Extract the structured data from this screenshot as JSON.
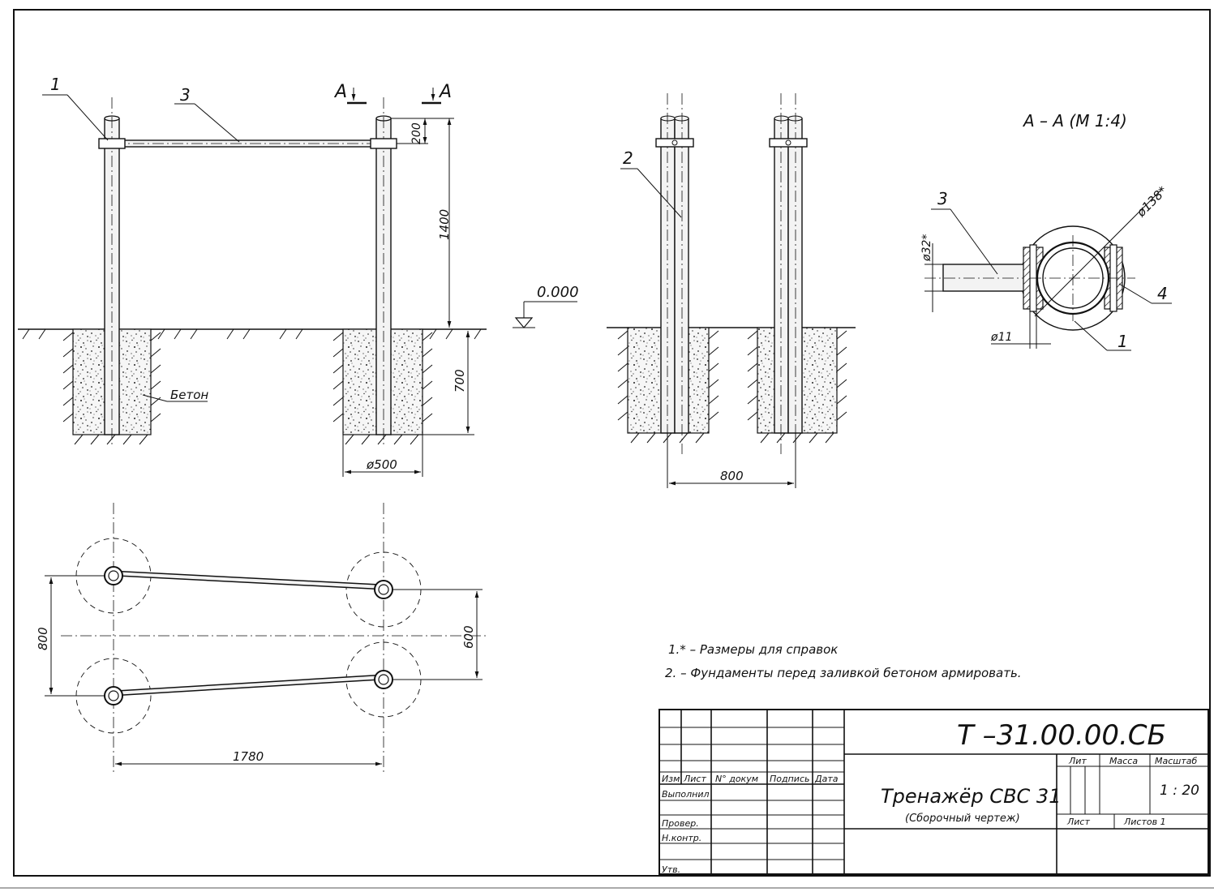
{
  "callouts": {
    "c1": "1",
    "c2": "2",
    "c3": "3",
    "c3_section": "3",
    "c4": "4",
    "c1_section": "1",
    "cut_left": "A",
    "cut_right": "A"
  },
  "dimensions": {
    "d200": "200",
    "d1400": "1400",
    "d700": "700",
    "d500": "ø500",
    "d800_front": "800",
    "d800_plan": "800",
    "d600_plan": "600",
    "d1780": "1780",
    "d138": "ø138*",
    "d32": "ø32*",
    "d11": "ø11"
  },
  "labels": {
    "level": "0.000",
    "concrete": "Бетон",
    "section_title": "А – А (М 1:4)"
  },
  "notes": [
    "1.* – Размеры для справок",
    "2. – Фундаменты перед заливкой бетоном армировать."
  ],
  "title_block": {
    "designation": "Т –31.00.00.СБ",
    "product_name": "Тренажёр СВС 31",
    "doc_type": "(Сборочный чертеж)",
    "col_izm": "Изм",
    "col_list": "Лист",
    "col_ndokum": "N° докум",
    "col_podpis": "Подпись",
    "col_data": "Дата",
    "row_vypolnil": "Выполнил",
    "row_prover": "Провер.",
    "row_nkontr": "Н.контр.",
    "row_utv": "Утв.",
    "lit": "Лит",
    "massa": "Масса",
    "masshtab": "Масштаб",
    "scale_value": "1 : 20",
    "sheet": "Лист",
    "sheets_total": "Листов 1"
  }
}
